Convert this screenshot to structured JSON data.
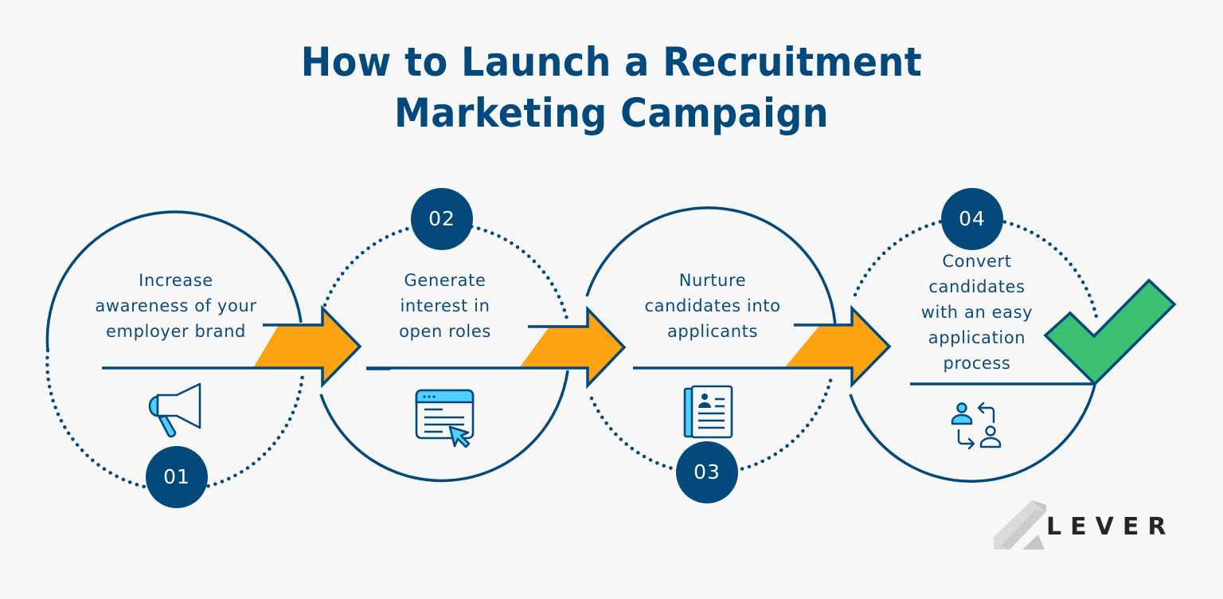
{
  "title": {
    "line1": "How to Launch a Recruitment",
    "line2": "Marketing Campaign"
  },
  "steps": [
    {
      "number": "01",
      "lines": [
        "Increase",
        "awareness of your",
        "employer brand"
      ],
      "icon": "megaphone-icon"
    },
    {
      "number": "02",
      "lines": [
        "Generate",
        "interest in",
        "open roles"
      ],
      "icon": "browser-window-cursor-icon"
    },
    {
      "number": "03",
      "lines": [
        "Nurture",
        "candidates into",
        "applicants"
      ],
      "icon": "resume-document-icon"
    },
    {
      "number": "04",
      "lines": [
        "Convert",
        "candidates",
        "with an easy",
        "application",
        "process"
      ],
      "icon": "people-exchange-icon"
    }
  ],
  "final_mark": "checkmark-icon",
  "logo": {
    "text": "LEVER"
  },
  "colors": {
    "background": "#f7f7f8",
    "navy": "#03497c",
    "orange": "#fca311",
    "green": "#3bbf73",
    "light_blue": "#4fd0ff",
    "logo_gray": "#c9cacd",
    "logo_text": "#24262e"
  }
}
